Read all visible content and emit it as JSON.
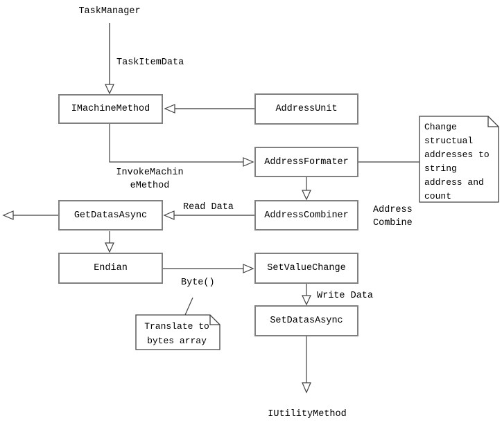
{
  "diagram": {
    "title": "TaskManager machine-method flow diagram",
    "colors": {
      "box_border": "#808080",
      "connector_dark": "#404040",
      "connector_gray": "#808080",
      "background": "#ffffff",
      "text": "#000000"
    },
    "nodes": {
      "task_manager": "TaskManager",
      "imachine_method": "IMachineMethod",
      "address_unit": "AddressUnit",
      "address_formater": "AddressFormater",
      "address_combiner": "AddressCombiner",
      "get_datas_async": "GetDatasAsync",
      "endian": "Endian",
      "set_value_change": "SetValueChange",
      "set_datas_async": "SetDatasAsync",
      "iutility_method": "IUtilityMethod"
    },
    "edge_labels": {
      "task_item_data": "TaskItemData",
      "invoke_machine_method": "InvokeMachin\neMethod",
      "read_data": "Read Data",
      "address_combine": "Address\nCombine",
      "byte": "Byte()",
      "write_data": "Write Data"
    },
    "notes": {
      "change_structural": "Change\nstructual\naddresses to\nstring\naddress and\ncount",
      "translate_bytes": "Translate to\nbytes array"
    }
  }
}
